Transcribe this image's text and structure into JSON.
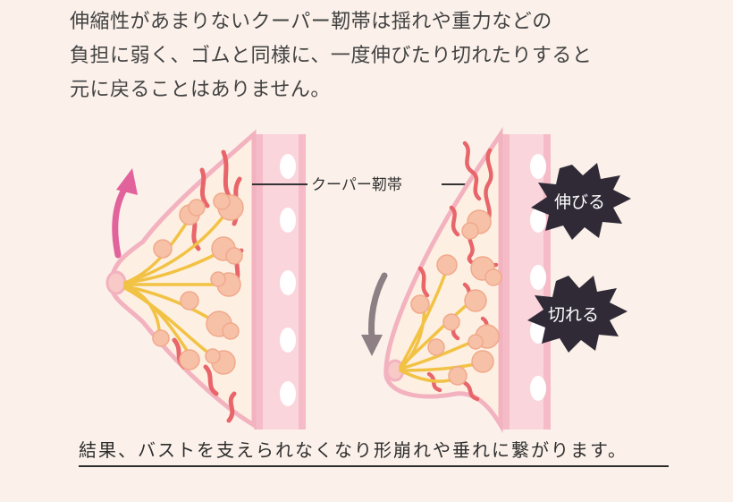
{
  "intro": {
    "lines": [
      "伸縮性があまりないクーパー靭帯は揺れや重力などの",
      "負担に弱く、ゴムと同様に、一度伸びたり切れたりすると",
      "元に戻ることはありません。"
    ]
  },
  "diagram": {
    "cooper_label": "クーパー靭帯",
    "burst_stretch": "伸びる",
    "burst_torn": "切れる",
    "colors": {
      "skin": "#fdf0e2",
      "outline": "#f3b2bf",
      "ribs": "#f7c9d2",
      "ligament": "#e8656a",
      "lobule": "#f7c1a7",
      "duct": "#f2c244",
      "arrow_up": "#e2629b",
      "arrow_down": "#8d7f84",
      "burst": "#2f2a36"
    },
    "icons": [
      "arrow-up-icon",
      "arrow-down-icon"
    ]
  },
  "conclusion": {
    "text": "結果、バストを支えられなくなり形崩れや垂れに繋がります。"
  }
}
